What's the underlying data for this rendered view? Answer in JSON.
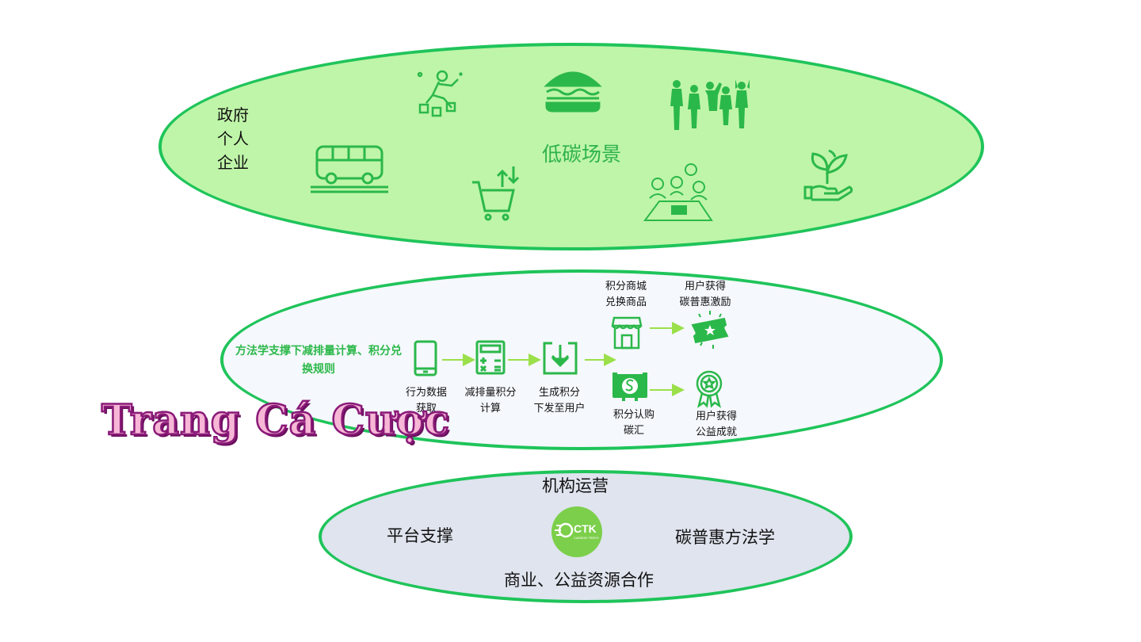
{
  "top": {
    "actors": [
      "政府",
      "个人",
      "企业"
    ],
    "scene_title": "低碳场景",
    "icons": [
      "bus-icon",
      "recycling-person-icon",
      "burger-icon",
      "shopping-cart-icon",
      "crowd-icon",
      "meeting-icon",
      "plant-hand-icon"
    ]
  },
  "middle": {
    "method_note": "方法学支撑下减排量计算、积分兑换规则",
    "steps": [
      {
        "label_1": "行为数据",
        "label_2": "获取",
        "icon": "phone-icon"
      },
      {
        "label_1": "减排量积分",
        "label_2": "计算",
        "icon": "calculator-icon"
      },
      {
        "label_1": "生成积分",
        "label_2": "下发至用户",
        "icon": "download-icon"
      }
    ],
    "branches": {
      "mall": {
        "label_1": "积分商城",
        "label_2": "兑换商品",
        "icon": "store-icon"
      },
      "reward": {
        "label_1": "用户获得",
        "label_2": "碳普惠激励",
        "icon": "ticket-icon"
      },
      "sink": {
        "label_1": "积分认购",
        "label_2": "碳汇",
        "icon": "certificate-icon"
      },
      "achievement": {
        "label_1": "用户获得",
        "label_2": "公益成就",
        "icon": "medal-icon"
      }
    }
  },
  "bottom": {
    "top_label": "机构运营",
    "left_label": "平台支撑",
    "right_label": "碳普惠方法学",
    "bottom_label": "商业、公益资源合作",
    "logo_text": "CTK",
    "logo_subtext": "CARBON TREES"
  },
  "watermark": "Trang Cá Cược",
  "colors": {
    "top_fill": "#bff5a8",
    "border": "#1fc45a",
    "icon_green": "#2bb84a",
    "arrow_green": "#9be04a",
    "bottom_fill": "#dfe4ee"
  }
}
